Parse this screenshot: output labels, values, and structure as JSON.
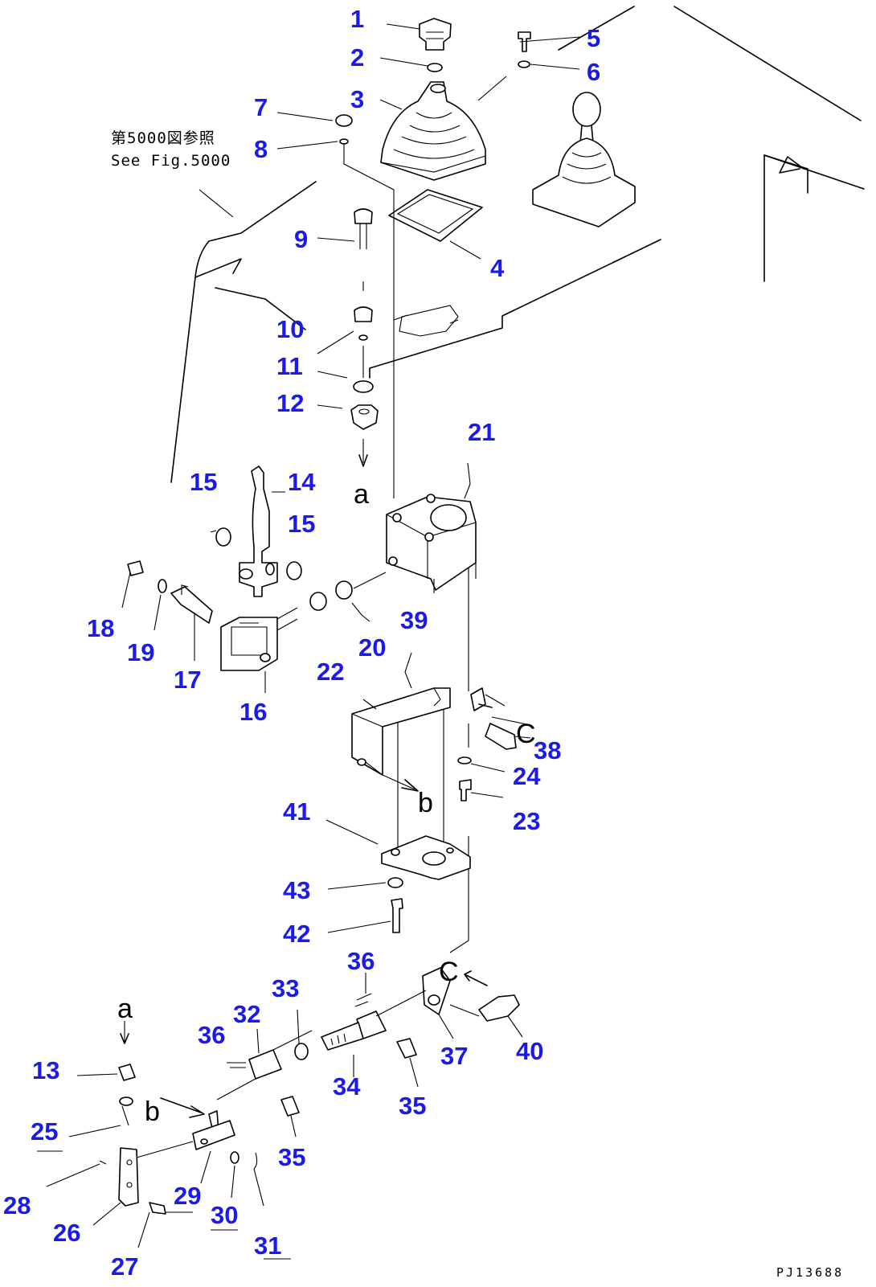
{
  "callouts": [
    {
      "id": "1",
      "text": "1"
    },
    {
      "id": "2",
      "text": "2"
    },
    {
      "id": "3",
      "text": "3"
    },
    {
      "id": "4",
      "text": "4"
    },
    {
      "id": "5",
      "text": "5"
    },
    {
      "id": "6",
      "text": "6"
    },
    {
      "id": "7",
      "text": "7"
    },
    {
      "id": "8",
      "text": "8"
    },
    {
      "id": "9",
      "text": "9"
    },
    {
      "id": "10",
      "text": "10"
    },
    {
      "id": "11",
      "text": "11"
    },
    {
      "id": "12",
      "text": "12"
    },
    {
      "id": "13",
      "text": "13"
    },
    {
      "id": "14",
      "text": "14"
    },
    {
      "id": "15a",
      "text": "15"
    },
    {
      "id": "15b",
      "text": "15"
    },
    {
      "id": "16",
      "text": "16"
    },
    {
      "id": "17",
      "text": "17"
    },
    {
      "id": "18",
      "text": "18"
    },
    {
      "id": "19",
      "text": "19"
    },
    {
      "id": "20",
      "text": "20"
    },
    {
      "id": "21",
      "text": "21"
    },
    {
      "id": "22",
      "text": "22"
    },
    {
      "id": "23",
      "text": "23"
    },
    {
      "id": "24",
      "text": "24"
    },
    {
      "id": "25",
      "text": "25"
    },
    {
      "id": "26",
      "text": "26"
    },
    {
      "id": "27",
      "text": "27"
    },
    {
      "id": "28",
      "text": "28"
    },
    {
      "id": "29",
      "text": "29"
    },
    {
      "id": "30",
      "text": "30"
    },
    {
      "id": "31",
      "text": "31"
    },
    {
      "id": "32",
      "text": "32"
    },
    {
      "id": "33",
      "text": "33"
    },
    {
      "id": "34",
      "text": "34"
    },
    {
      "id": "35a",
      "text": "35"
    },
    {
      "id": "35b",
      "text": "35"
    },
    {
      "id": "36a",
      "text": "36"
    },
    {
      "id": "36b",
      "text": "36"
    },
    {
      "id": "37",
      "text": "37"
    },
    {
      "id": "38",
      "text": "38"
    },
    {
      "id": "39",
      "text": "39"
    },
    {
      "id": "40",
      "text": "40"
    },
    {
      "id": "41",
      "text": "41"
    },
    {
      "id": "42",
      "text": "42"
    },
    {
      "id": "43",
      "text": "43"
    }
  ],
  "connection_marks": {
    "a_top": "a",
    "a_bottom": "a",
    "b_top": "b",
    "b_bottom": "b",
    "c_top": "C",
    "c_bottom": "C"
  },
  "reference_note": {
    "line1": "第5000図参照",
    "line2": "See Fig.5000"
  },
  "drawing_code": "PJ13688",
  "colors": {
    "callout": "#1a1aee",
    "line": "#000000",
    "background": "#ffffff"
  }
}
